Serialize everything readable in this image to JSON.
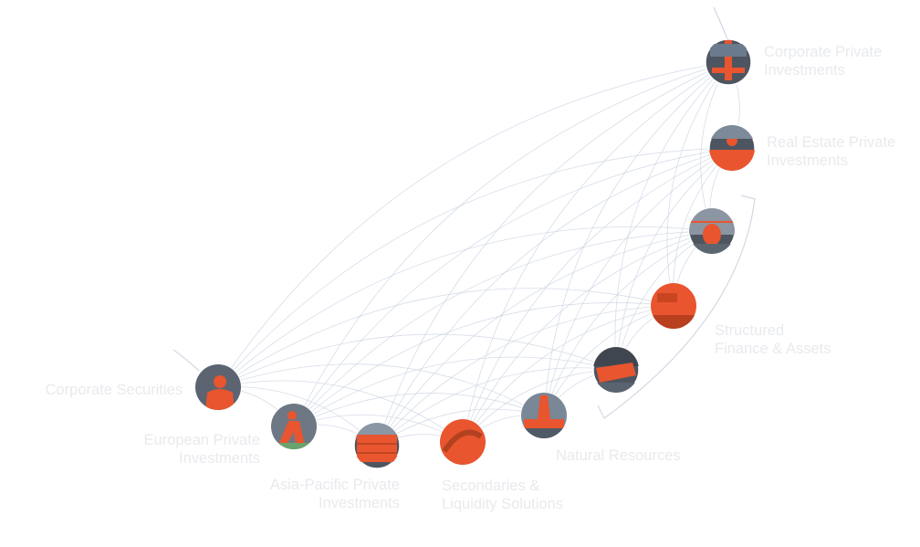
{
  "diagram": {
    "colors": {
      "connector": "#c9d1e0",
      "label": "#e8eaed",
      "node_fill": "#e8552f",
      "node_shade": "#4d5560",
      "bracket": "#d3d9e3"
    },
    "nodes": [
      {
        "id": "corporate-private",
        "label": "Corporate Private\nInvestments",
        "icon": "crane-icon"
      },
      {
        "id": "real-estate",
        "label": "Real Estate Private\nInvestments",
        "icon": "worker-icon"
      },
      {
        "id": "structured-1",
        "label": "",
        "icon": "helicopter-icon"
      },
      {
        "id": "structured-2",
        "label": "",
        "icon": "ship-deck-icon"
      },
      {
        "id": "structured-3",
        "label": "",
        "icon": "cargo-ship-icon"
      },
      {
        "id": "natural-resources",
        "label": "Natural Resources",
        "icon": "oil-rig-icon"
      },
      {
        "id": "secondaries",
        "label": "Secondaries &\nLiquidity Solutions",
        "icon": "hand-icon"
      },
      {
        "id": "asia-pacific",
        "label": "Asia-Pacific Private\nInvestments",
        "icon": "building-icon"
      },
      {
        "id": "european",
        "label": "European Private\nInvestments",
        "icon": "runner-icon"
      },
      {
        "id": "corporate-securities",
        "label": "Corporate Securities",
        "icon": "person-icon"
      }
    ],
    "group_label": "Structured\nFinance & Assets"
  }
}
